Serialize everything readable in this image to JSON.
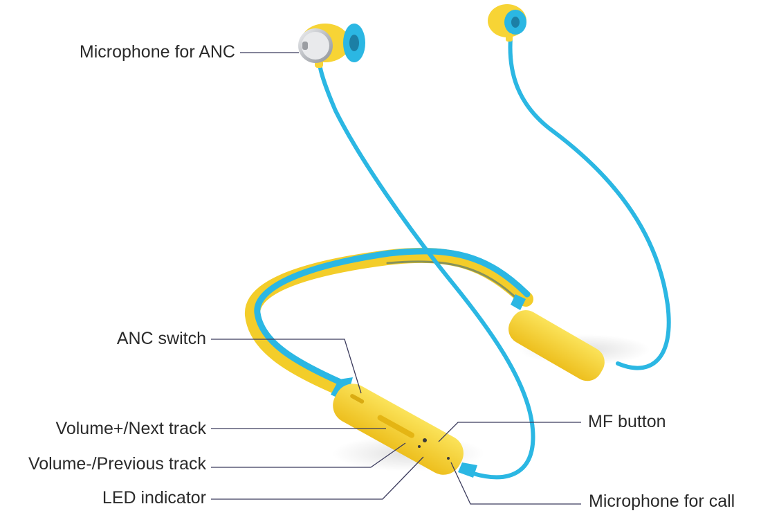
{
  "colors": {
    "cable": "#2bb7e3",
    "cable_dark": "#1c9ec8",
    "body": "#f7d435",
    "body_shade": "#e9b91c",
    "metal": "#c9ccd0",
    "leader_line": "#3a3a5c",
    "text": "#2a2a2a"
  },
  "labels": {
    "mic_anc": "Microphone for ANC",
    "anc_switch": "ANC switch",
    "volume_up": "Volume+/Next track",
    "volume_down": "Volume-/Previous track",
    "led": "LED indicator",
    "mf_button": "MF button",
    "mic_call": "Microphone for call"
  }
}
